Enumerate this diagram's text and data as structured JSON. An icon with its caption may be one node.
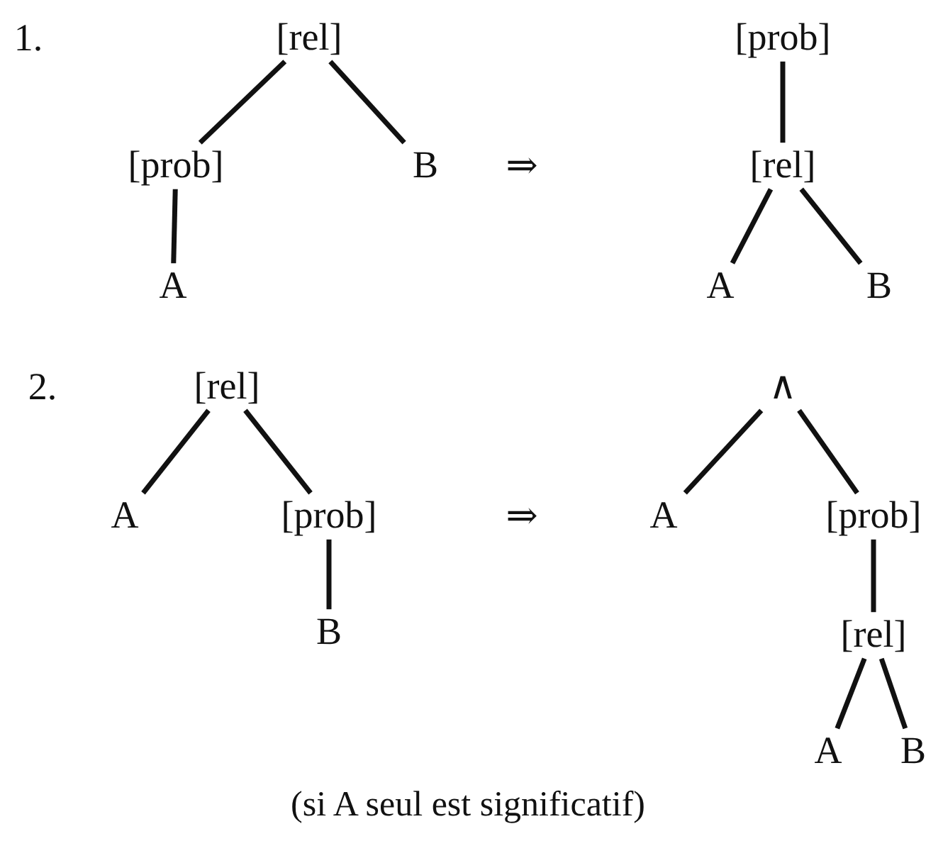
{
  "diagram": {
    "nodes": [
      {
        "text": [
          "[rel]"
        ]
      },
      {
        "text": [
          "[prob]"
        ]
      },
      {
        "text": [
          "B"
        ]
      },
      {
        "text": [
          "A"
        ]
      },
      {
        "text": [
          "[prob]"
        ]
      },
      {
        "text": [
          "[rel]"
        ]
      },
      {
        "text": [
          "A"
        ]
      },
      {
        "text": [
          "B"
        ]
      },
      {
        "text": [
          "[rel]"
        ]
      },
      {
        "text": [
          "A"
        ]
      },
      {
        "text": [
          "[prob]"
        ]
      },
      {
        "text": [
          "B"
        ]
      },
      {
        "text": [
          "∧"
        ]
      },
      {
        "text": [
          "A"
        ]
      },
      {
        "text": [
          "[prob]"
        ]
      },
      {
        "text": [
          "[rel]"
        ]
      },
      {
        "text": [
          "A"
        ]
      },
      {
        "text": [
          "B"
        ]
      }
    ],
    "edges": [
      {
        "from": 0,
        "to": 1,
        "arrow": "none"
      },
      {
        "from": 0,
        "to": 2,
        "arrow": "none"
      },
      {
        "from": 1,
        "to": 3,
        "arrow": "none"
      },
      {
        "from": 4,
        "to": 5,
        "arrow": "none"
      },
      {
        "from": 5,
        "to": 6,
        "arrow": "none"
      },
      {
        "from": 5,
        "to": 7,
        "arrow": "none"
      },
      {
        "from": 8,
        "to": 9,
        "arrow": "none"
      },
      {
        "from": 8,
        "to": 10,
        "arrow": "none"
      },
      {
        "from": 10,
        "to": 11,
        "arrow": "none"
      },
      {
        "from": 12,
        "to": 13,
        "arrow": "none"
      },
      {
        "from": 12,
        "to": 14,
        "arrow": "none"
      },
      {
        "from": 14,
        "to": 15,
        "arrow": "none"
      },
      {
        "from": 15,
        "to": 16,
        "arrow": "none"
      },
      {
        "from": 15,
        "to": 17,
        "arrow": "none"
      }
    ],
    "labels": [
      "1.",
      "⇒",
      "2.",
      "⇒",
      "(si A seul est significatif)"
    ]
  }
}
